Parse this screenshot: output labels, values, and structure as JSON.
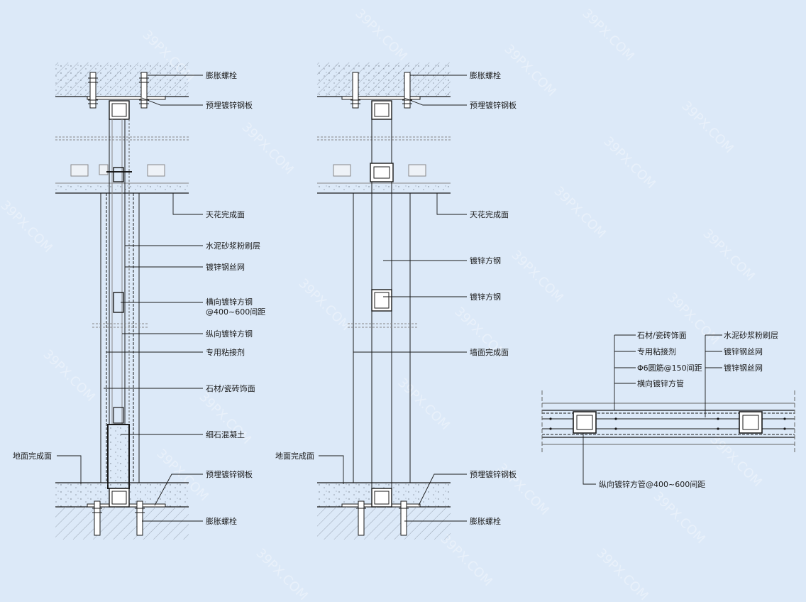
{
  "labels": {
    "expansion_bolt": "膨胀螺栓",
    "embedded_plate": "预埋镀锌钢板",
    "ceiling_finish": "天花完成面",
    "cement_mortar": "水泥砂浆粉刷层",
    "galv_mesh": "镀锌钢丝网",
    "h_steel": "横向镀锌方钢",
    "h_steel_spacing": "@400~600间距",
    "v_steel": "纵向镀锌方钢",
    "adhesive": "专用粘接剂",
    "stone_tile": "石材/瓷砖饰面",
    "fine_concrete": "细石混凝土",
    "floor_finish": "地面完成面",
    "galv_square_steel": "镀锌方钢",
    "wall_finish": "墙面完成面",
    "rebar": "Φ6圆筋@150间距",
    "h_tube": "横向镀锌方管",
    "v_tube": "纵向镀锌方管@400~600间距"
  },
  "watermark": "39PX.COM",
  "colors": {
    "background": "#dce9f8",
    "line": "#1a1a1a",
    "hatch": "#7d8794",
    "watermark": "#ffffff"
  }
}
